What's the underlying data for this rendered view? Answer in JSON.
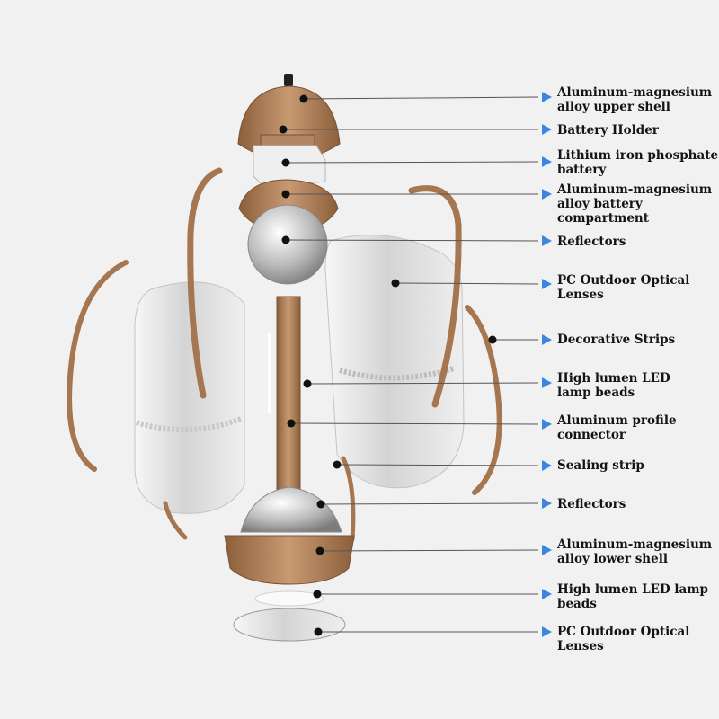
{
  "colors": {
    "arrow": "#3d86e0",
    "dot": "#111111",
    "leader": "#555555",
    "bronze": "#a57650",
    "lens": "#d9d9d9"
  },
  "callouts": [
    {
      "id": "upper-shell",
      "text": "Aluminum-magnesium\nalloy upper shell"
    },
    {
      "id": "battery-holder",
      "text": "Battery Holder"
    },
    {
      "id": "lithium-battery",
      "text": "Lithium iron phosphate\n battery"
    },
    {
      "id": "battery-compartment",
      "text": "Aluminum-magnesium\n alloy battery\n compartment"
    },
    {
      "id": "reflectors-top",
      "text": "Reflectors"
    },
    {
      "id": "pc-lenses-side",
      "text": "PC Outdoor Optical\nLenses"
    },
    {
      "id": "decorative-strips",
      "text": "Decorative Strips"
    },
    {
      "id": "led-beads-center",
      "text": "High lumen LED\nlamp beads"
    },
    {
      "id": "profile-connector",
      "text": "Aluminum profile\nconnector"
    },
    {
      "id": "sealing-strip",
      "text": "Sealing strip"
    },
    {
      "id": "reflectors-bottom",
      "text": "Reflectors"
    },
    {
      "id": "lower-shell",
      "text": "Aluminum-magnesium\nalloy lower shell"
    },
    {
      "id": "led-beads-bottom",
      "text": "High lumen LED lamp\n beads"
    },
    {
      "id": "pc-lenses-bottom",
      "text": "PC Outdoor Optical\nLenses"
    }
  ]
}
